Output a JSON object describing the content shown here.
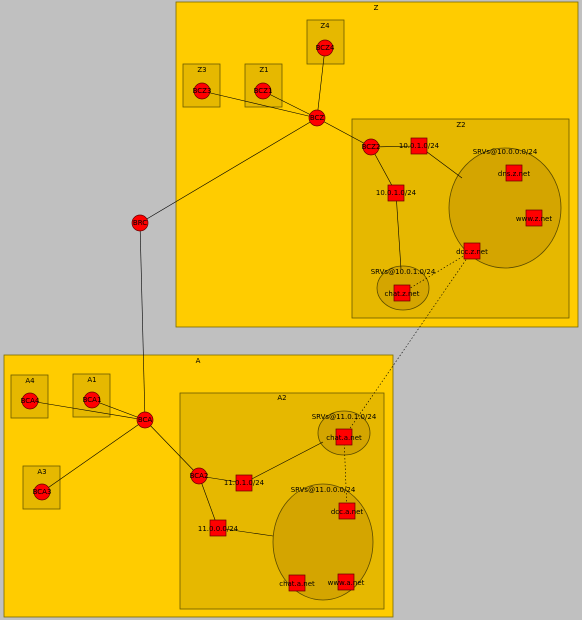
{
  "colors": {
    "background": "#c0c0c0",
    "zone_outer": "#ffcc00",
    "zone_inner": "#e6b800",
    "service_group": "#d4a500",
    "router": "#ff0000",
    "edge": "#000000"
  },
  "zones": {
    "Z": "Z",
    "Z1": "Z1",
    "Z2": "Z2",
    "Z3": "Z3",
    "Z4": "Z4",
    "A": "A",
    "A1": "A1",
    "A2": "A2",
    "A3": "A3",
    "A4": "A4"
  },
  "routers": {
    "BRC": "BRC",
    "BCZ": "BCZ",
    "BCZ1": "BCZ1",
    "BCZ2": "BCZ2",
    "BCZ3": "BCZ3",
    "BCZ4": "BCZ4",
    "BCA": "BCA",
    "BCA1": "BCA1",
    "BCA2": "BCA2",
    "BCA3": "BCA3",
    "BCA4": "BCA4"
  },
  "networks": {
    "z_net1": "10.0.1.0/24",
    "z_net2": "10.0.1.0/24",
    "a_net1": "11.0.1.0/24",
    "a_net2": "11.0.0.0/24"
  },
  "service_groups": {
    "z_large": "SRVs@10.0.0.0/24",
    "z_small": "SRVs@10.0.1.0/24",
    "a_small": "SRVs@11.0.1.0/24",
    "a_large": "SRVs@11.0.0.0/24"
  },
  "hosts": {
    "z_dns": "dns.z.net",
    "z_www": "www.z.net",
    "z_dcc": "dcc.z.net",
    "z_chat": "chat.z.net",
    "a_chat1": "chat.a.net",
    "a_dcc": "dcc.a.net",
    "a_chat2": "chat.a.net",
    "a_www": "www.a.net"
  }
}
